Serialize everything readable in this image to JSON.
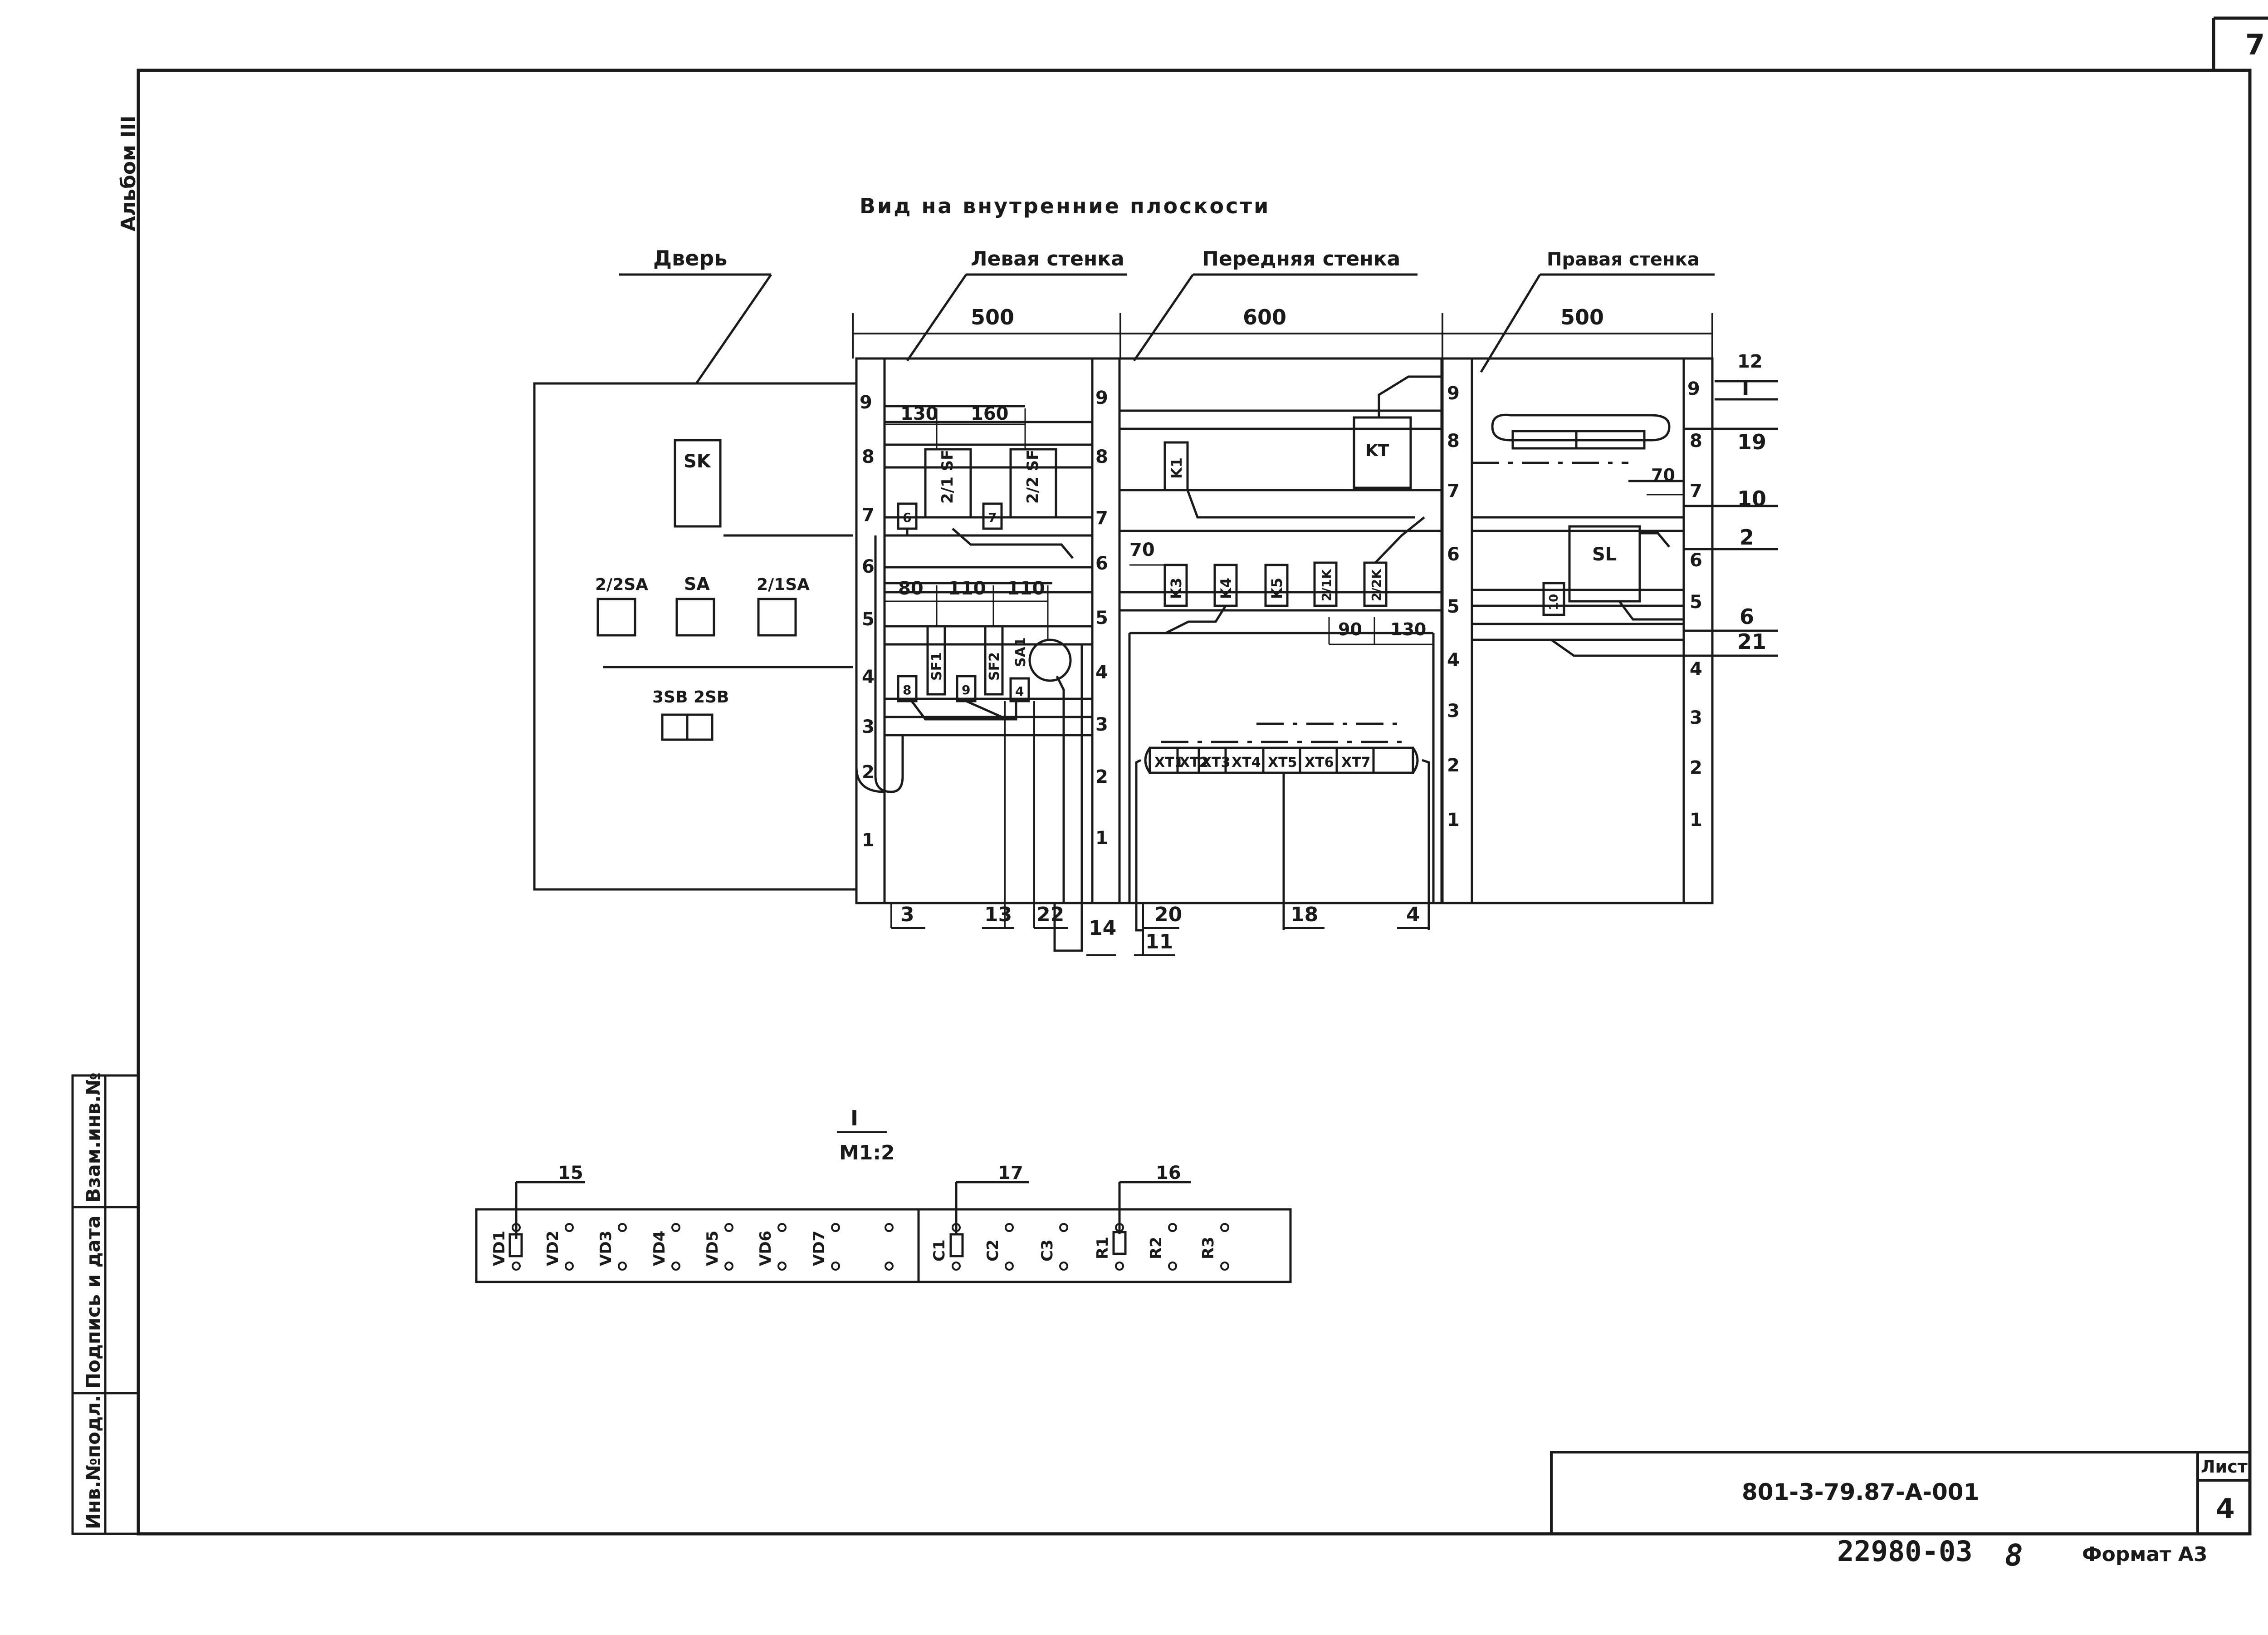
{
  "sheet": {
    "number_top_right": "7",
    "album": "Альбом III",
    "title": "Вид на внутренние плоскости",
    "code": "801-3-79.87-А-001",
    "sheet_label": "Лист",
    "sheet_no": "4",
    "inventory": "22980-03",
    "inventory_suffix": "8",
    "format": "Формат А3",
    "stamps": [
      "Инв.№подл.",
      "Подпись и дата",
      "Взам.инв.№"
    ]
  },
  "sections": {
    "door": "Дверь",
    "left_wall": "Левая стенка",
    "front_wall": "Передняя стенка",
    "right_wall": "Правая стенка"
  },
  "dimensions": {
    "left_width": "500",
    "front_width": "600",
    "right_width": "500",
    "d130": "130",
    "d160": "160",
    "d80": "80",
    "d110a": "110",
    "d110b": "110",
    "d70_front": "70",
    "d90": "90",
    "d130_front": "130",
    "d70_right": "70"
  },
  "scale_ticks": [
    "9",
    "8",
    "7",
    "6",
    "5",
    "4",
    "3",
    "2",
    "1"
  ],
  "door_labels": {
    "sk": "SK",
    "sa2": "2/2SA",
    "sa": "SA",
    "sa1": "2/1SA",
    "sb": "3SB 2SB"
  },
  "left_components": {
    "qf1": "2/1 SF",
    "qf2": "2/2 SF",
    "sf1": "SF1",
    "sf2": "SF2",
    "sa1": "SA1",
    "n6": "6",
    "n7": "7",
    "n8": "8",
    "n9": "9",
    "n4": "4"
  },
  "front_components": {
    "k1": "K1",
    "kt": "KT",
    "k3": "K3",
    "k4": "K4",
    "k5": "K5",
    "k21": "2/1K",
    "k22": "2/2K"
  },
  "terminal_blocks": [
    "XT1",
    "XT2",
    "XT3",
    "XT4",
    "XT5",
    "XT6",
    "XT7"
  ],
  "right_components": {
    "sl": "SL",
    "n10": "10"
  },
  "callouts": {
    "c3": "3",
    "c13": "13",
    "c22": "22",
    "c14": "14",
    "c20": "20",
    "c11": "11",
    "c18": "18",
    "c4": "4",
    "r12": "12",
    "rI": "I",
    "r19": "19",
    "r10": "10",
    "r2": "2",
    "r6": "6",
    "r21": "21"
  },
  "detail": {
    "title": "I",
    "scale": "М1:2",
    "callout_15": "15",
    "callout_17": "17",
    "callout_16": "16",
    "diodes": [
      "VD1",
      "VD2",
      "VD3",
      "VD4",
      "VD5",
      "VD6",
      "VD7"
    ],
    "capacitors": [
      "C1",
      "C2",
      "C3"
    ],
    "resistors": [
      "R1",
      "R2",
      "R3"
    ]
  }
}
